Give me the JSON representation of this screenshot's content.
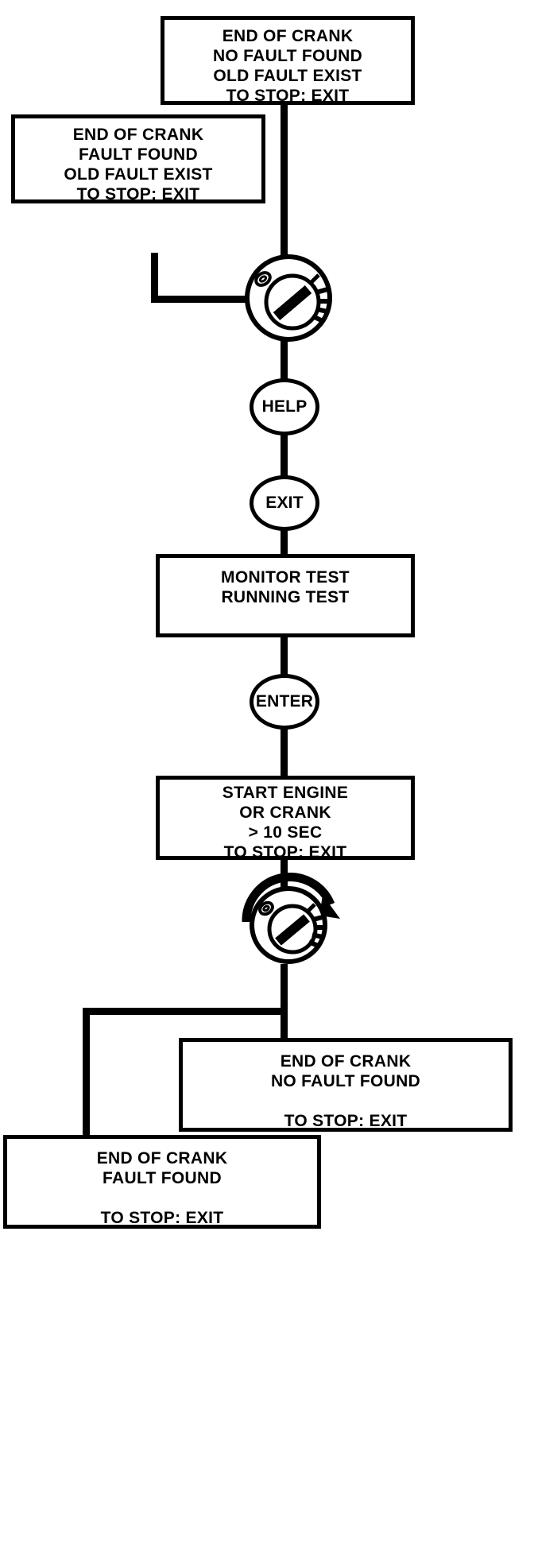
{
  "diagram": {
    "title": "End of crank diagnostic flow",
    "stroke_color": "#000000",
    "background_color": "#FFFFFF",
    "nodes": [
      {
        "id": "end-crank-no-fault-old-fault",
        "type": "box",
        "lines": [
          "END OF CRANK",
          "NO FAULT FOUND",
          "OLD FAULT EXIST",
          "TO STOP: EXIT"
        ]
      },
      {
        "id": "end-crank-fault-old-fault",
        "type": "box",
        "lines": [
          "END OF CRANK",
          "FAULT FOUND",
          "OLD FAULT EXIST",
          "TO STOP: EXIT"
        ]
      },
      {
        "id": "ignition-switch-off",
        "type": "rotary-switch",
        "icon": "ignition-switch-icon",
        "rotating": false,
        "mark": "0"
      },
      {
        "id": "help-key",
        "type": "circle",
        "label": "HELP"
      },
      {
        "id": "exit-key",
        "type": "circle",
        "label": "EXIT"
      },
      {
        "id": "monitor-test",
        "type": "box",
        "lines": [
          "MONITOR TEST",
          "RUNNING TEST"
        ]
      },
      {
        "id": "enter-key",
        "type": "circle",
        "label": "ENTER"
      },
      {
        "id": "start-engine",
        "type": "box",
        "lines": [
          "START ENGINE",
          "OR CRANK",
          "> 10 SEC",
          "TO STOP: EXIT"
        ]
      },
      {
        "id": "ignition-switch-crank",
        "type": "rotary-switch",
        "icon": "ignition-switch-rotating-icon",
        "rotating": true,
        "mark": "0"
      },
      {
        "id": "end-crank-no-fault",
        "type": "box",
        "lines": [
          "END OF CRANK",
          "NO FAULT FOUND",
          "",
          "TO STOP: EXIT"
        ]
      },
      {
        "id": "end-crank-fault",
        "type": "box",
        "lines": [
          "END OF CRANK",
          "FAULT FOUND",
          "",
          "TO STOP: EXIT"
        ]
      }
    ]
  }
}
